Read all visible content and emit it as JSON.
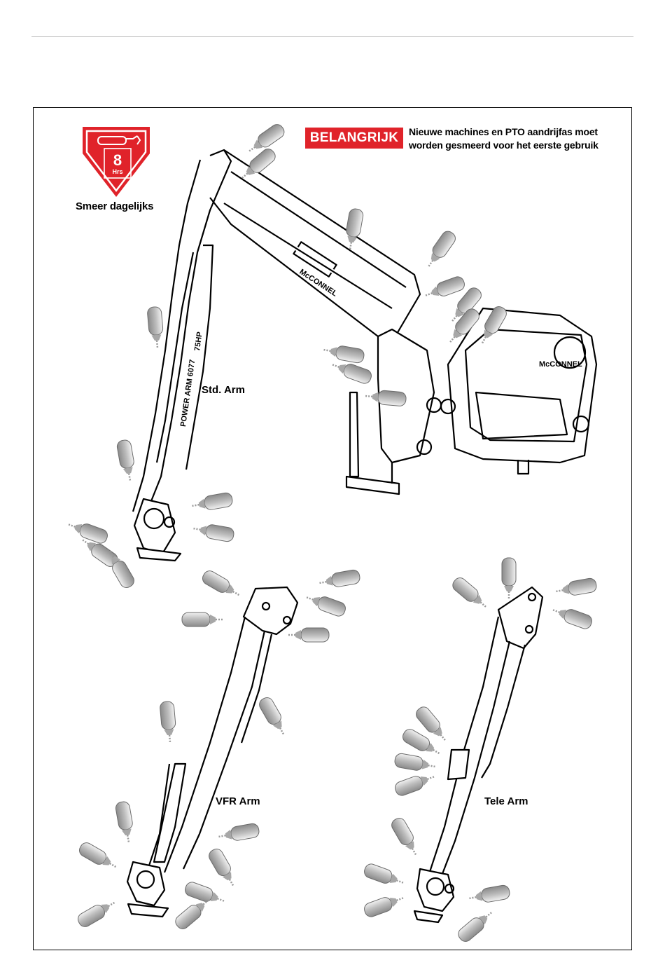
{
  "badge": {
    "hours_value": "8",
    "hours_unit": "Hrs",
    "caption": "Smeer dagelijks",
    "color": "#e0232a"
  },
  "notice": {
    "tag": "BELANGRIJK",
    "lines": [
      "Nieuwe machines en PTO aandrijfas moet",
      "worden gesmeerd voor het eerste gebruik"
    ],
    "tag_color": "#e0232a"
  },
  "arms": {
    "std": "Std. Arm",
    "vfr": "VFR Arm",
    "tele": "Tele Arm"
  },
  "machine_markings": {
    "brand": "McCONNEL",
    "model": "POWER ARM 6077",
    "power": "75HP"
  },
  "icons": {
    "grease": "grease-gun-icon",
    "nipple": "grease-point-icon"
  }
}
